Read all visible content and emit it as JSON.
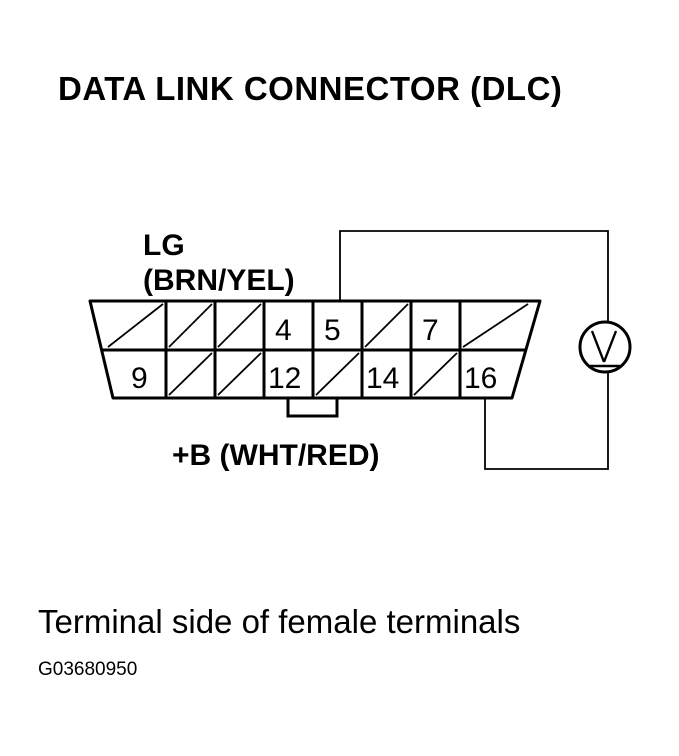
{
  "title": "DATA LINK CONNECTOR (DLC)",
  "labels": {
    "lg": "LG",
    "lg_color": "(BRN/YEL)",
    "battery": "+B (WHT/RED)"
  },
  "pins": {
    "4": "4",
    "5": "5",
    "7": "7",
    "9": "9",
    "12": "12",
    "14": "14",
    "16": "16"
  },
  "meter_icon": "voltmeter-icon",
  "caption": "Terminal side of female terminals",
  "figure_code": "G03680950"
}
